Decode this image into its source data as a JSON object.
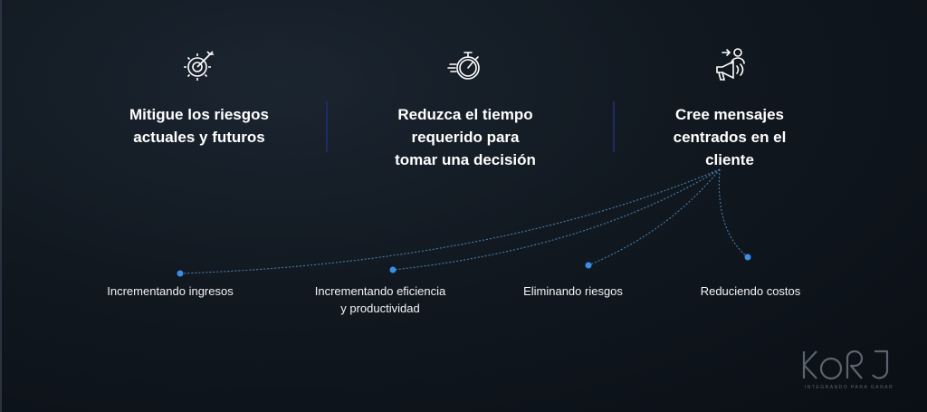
{
  "features": [
    {
      "icon": "gear-target-icon",
      "title_line1": "Mitigue los riesgos",
      "title_line2": "actuales y futuros",
      "title_line3": ""
    },
    {
      "icon": "stopwatch-icon",
      "title_line1": "Reduzca el tiempo",
      "title_line2": "requerido para",
      "title_line3": "tomar una decisión"
    },
    {
      "icon": "megaphone-user-icon",
      "title_line1": "Cree mensajes",
      "title_line2": "centrados en el",
      "title_line3": "cliente"
    }
  ],
  "benefits": [
    {
      "line1": "Incrementando ingresos",
      "line2": ""
    },
    {
      "line1": "Incrementando eficiencia",
      "line2": "y productividad"
    },
    {
      "line1": "Eliminando riesgos",
      "line2": ""
    },
    {
      "line1": "Reduciendo costos",
      "line2": ""
    }
  ],
  "logo": {
    "name": "KORJ",
    "tagline": "INTEGRANDO PARA GANAR"
  },
  "colors": {
    "background": "#111820",
    "divider": "#1f2a66",
    "node": "#3a8ee6",
    "connector": "#4a7fb0"
  }
}
